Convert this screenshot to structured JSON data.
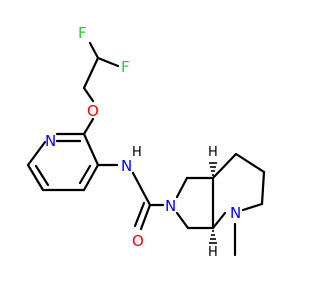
{
  "molecule": {
    "colors": {
      "carbon_bond": "#000000",
      "fluorine": "#33cc33",
      "oxygen": "#ff0000",
      "nitrogen": "#0000ff"
    },
    "atoms": {
      "f_top": "F",
      "f_right": "F",
      "o_ether": "O",
      "n_pyridine": "N",
      "n_amide": "N",
      "h_amide": "H",
      "o_carbonyl": "O",
      "n_ring_central": "N",
      "n_methyl": "N",
      "h_stereo_top": "H",
      "h_stereo_bottom": "H"
    }
  }
}
